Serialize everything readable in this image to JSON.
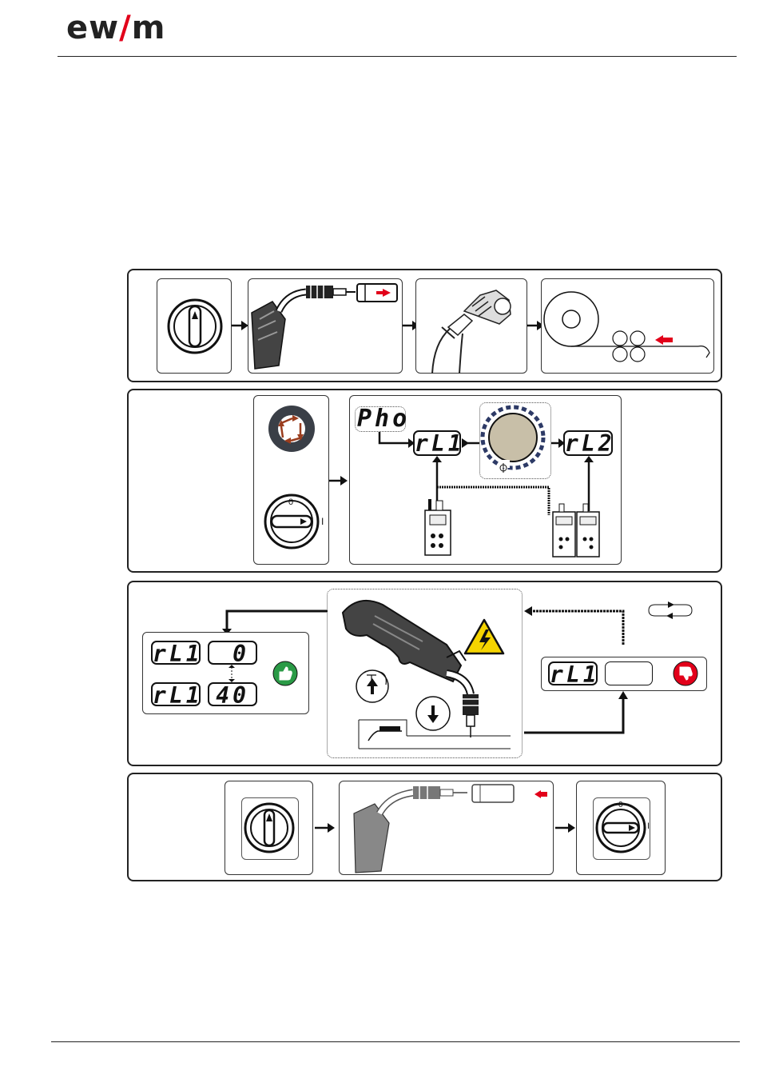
{
  "header": {
    "logo_text_left": "ew",
    "logo_text_slash": "/",
    "logo_text_right": "m"
  },
  "colors": {
    "warning_red": "#e2001a",
    "ok_green": "#2a9a46",
    "rotor_brown": "#9a3d1e",
    "knob_tan": "#c8bfa8",
    "warning_yellow": "#f5d400"
  },
  "step2": {
    "display_pho": "Pho",
    "display_rl1": "rL1",
    "display_rl2": "rL2",
    "switch_label_0": "0",
    "switch_label_1": "I"
  },
  "step3": {
    "result_ok_label_1": "rL1",
    "result_ok_value_1": "0",
    "result_ok_label_2": "rL1",
    "result_ok_value_2": "40",
    "result_fail_label": "rL1",
    "result_fail_value": ""
  },
  "step4": {
    "switch_label_0": "0",
    "switch_label_1": "I"
  },
  "icons": {
    "thumbs_up": "thumbs-up-icon",
    "thumbs_down": "thumbs-down-icon",
    "high_voltage": "high-voltage-warning-icon",
    "arrow_up": "arrow-up-icon",
    "arrow_down": "arrow-down-icon"
  }
}
